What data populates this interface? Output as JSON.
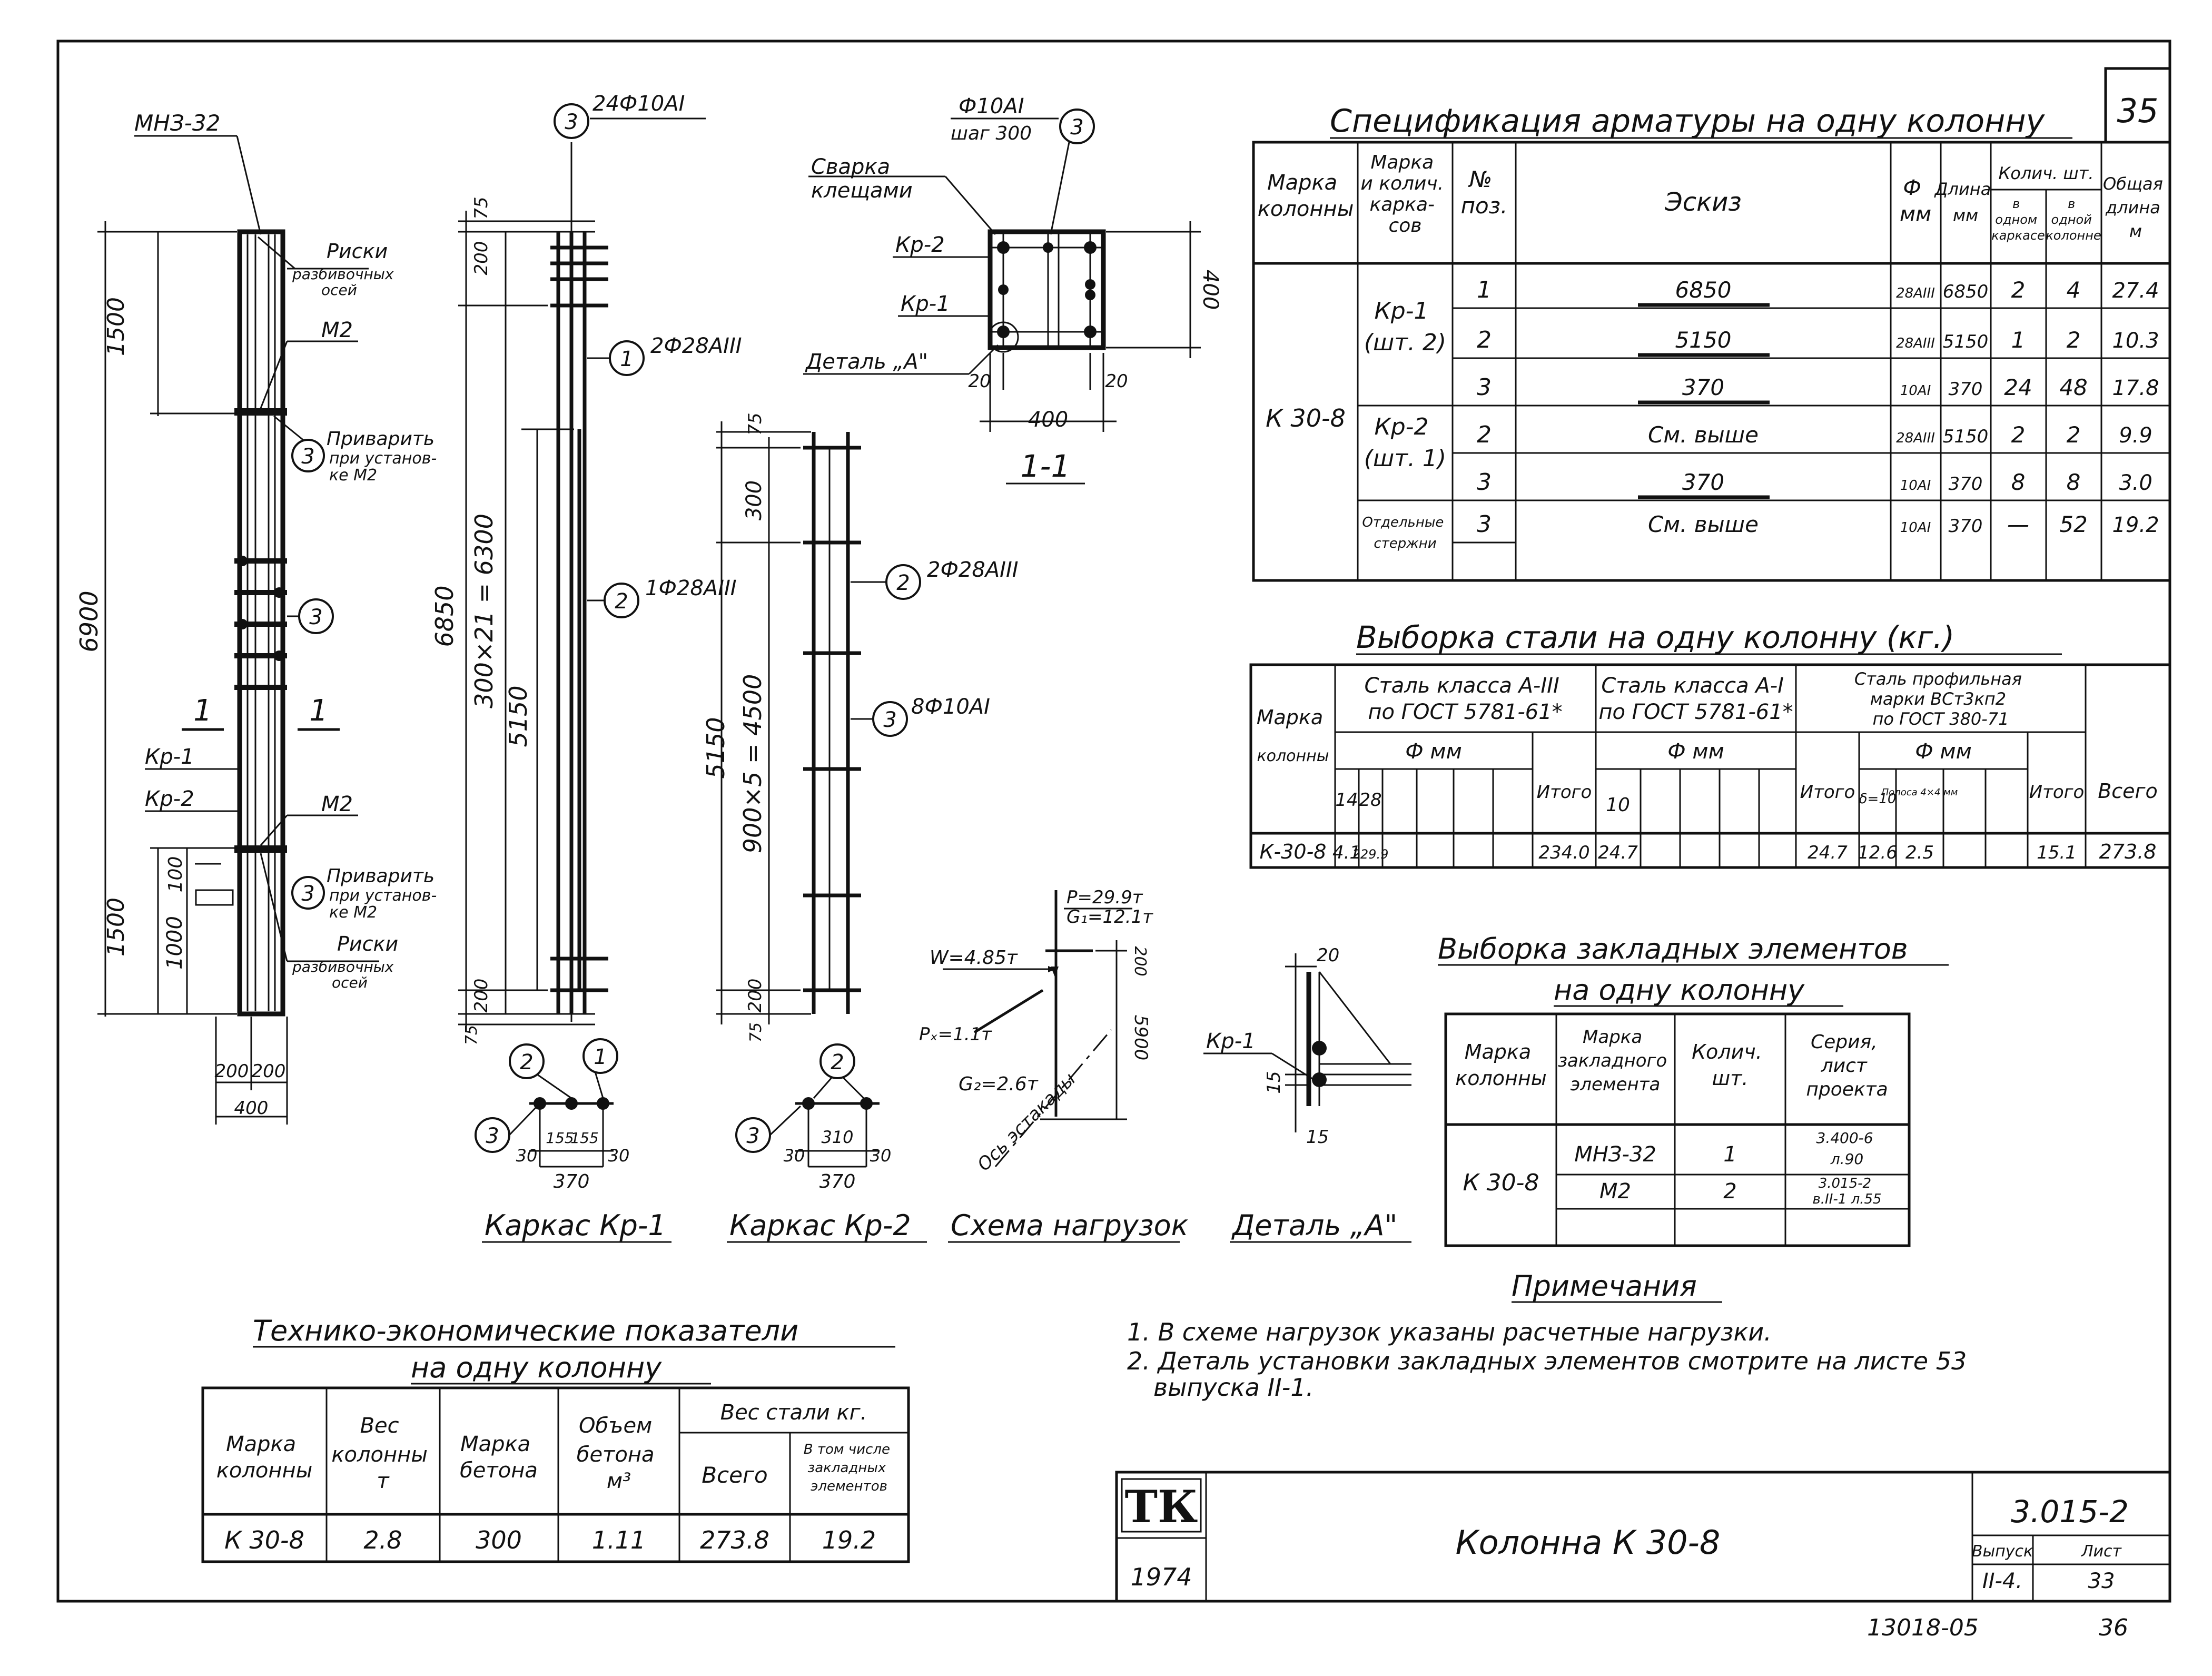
{
  "sheet_number": "35",
  "bottom_right": {
    "archive_number": "13018-05",
    "page": "36"
  },
  "title_block": {
    "logo": "ТК",
    "year": "1974",
    "name": "Колонна  К 30-8",
    "series": "3.015-2",
    "vypusk_label": "Выпуск",
    "vypusk_value": "II-4.",
    "list_label": "Лист",
    "list_value": "33"
  },
  "spec": {
    "title": "Спецификация арматуры на одну колонну",
    "headers": {
      "col1": [
        "Марка",
        "колонны"
      ],
      "col2": [
        "Марка",
        "и колич.",
        "карка-",
        "сов"
      ],
      "col3": [
        "№",
        "поз."
      ],
      "col4": "Эскиз",
      "col5": [
        "Ф",
        "мм"
      ],
      "col6": [
        "Длина",
        "мм"
      ],
      "col7_top": "Колич. шт.",
      "col7a": [
        "в",
        "одном",
        "каркасе"
      ],
      "col7b": [
        "в",
        "одной",
        "колонне"
      ],
      "col8": [
        "Общая",
        "длина",
        "м"
      ]
    },
    "column_mark": "К 30-8",
    "groups": [
      {
        "name": [
          "Кр-1",
          "(шт. 2)"
        ]
      },
      {
        "name": [
          "Кр-2",
          "(шт. 1)"
        ]
      },
      {
        "name": [
          "Отдельные",
          "стержни"
        ]
      }
    ],
    "rows": [
      {
        "pos": "1",
        "sketch": "6850",
        "d": "28AIII",
        "len": "6850",
        "n1": "2",
        "n2": "4",
        "total": "27.4"
      },
      {
        "pos": "2",
        "sketch": "5150",
        "d": "28AIII",
        "len": "5150",
        "n1": "1",
        "n2": "2",
        "total": "10.3"
      },
      {
        "pos": "3",
        "sketch": "370",
        "d": "10AI",
        "len": "370",
        "n1": "24",
        "n2": "48",
        "total": "17.8"
      },
      {
        "pos": "2",
        "sketch": "См. выше",
        "d": "28AIII",
        "len": "5150",
        "n1": "2",
        "n2": "2",
        "total": "9.9"
      },
      {
        "pos": "3",
        "sketch": "370",
        "d": "10AI",
        "len": "370",
        "n1": "8",
        "n2": "8",
        "total": "3.0"
      },
      {
        "pos": "3",
        "sketch": "См. выше",
        "d": "10AI",
        "len": "370",
        "n1": "—",
        "n2": "52",
        "total": "19.2"
      }
    ]
  },
  "steel": {
    "title": "Выборка стали на одну колонну (кг.)",
    "mark_header": [
      "Марка",
      "колонны"
    ],
    "class1": [
      "Сталь класса А-III",
      "по ГОСТ 5781-61*"
    ],
    "class2": [
      "Сталь класса А-I",
      "по ГОСТ 5781-61*"
    ],
    "class3": [
      "Сталь профильная",
      "марки ВСт3кп2",
      "по ГОСТ 380-71"
    ],
    "phi_mm": "Ф мм",
    "itogo": "Итого",
    "vsego": "Всего",
    "sub1": [
      "14",
      "28"
    ],
    "sub2": [
      "10"
    ],
    "sub3": [
      "δ=10",
      "Полоса 4×4 мм"
    ],
    "row": {
      "mark": "К-30-8",
      "a14": "4.1",
      "a28": "229.9",
      "itogo1": "234.0",
      "a10": "24.7",
      "itogo2": "24.7",
      "s10": "12.6",
      "s4": "2.5",
      "itogo3": "15.1",
      "total": "273.8"
    }
  },
  "embedded": {
    "title1": "Выборка закладных элементов",
    "title2": "на одну колонну",
    "headers": [
      [
        "Марка",
        "колонны"
      ],
      [
        "Марка",
        "закладного",
        "элемента"
      ],
      [
        "Колич.",
        "шт."
      ],
      [
        "Серия,",
        "лист",
        "проекта"
      ]
    ],
    "column_mark": "К 30-8",
    "rows": [
      {
        "mark": "МНЗ-32",
        "qty": "1",
        "ref": [
          "3.400-6",
          "л.90"
        ]
      },
      {
        "mark": "М2",
        "qty": "2",
        "ref": [
          "3.015-2",
          "в.II-1 л.55"
        ]
      }
    ]
  },
  "notes": {
    "title": "Примечания",
    "items": [
      "1. В схеме нагрузок указаны расчетные нагрузки.",
      "2. Деталь установки закладных элементов смотрите на листе 53",
      "выпуска II-1."
    ]
  },
  "tep": {
    "title1": "Технико-экономические показатели",
    "title2": "на одну колонну",
    "headers": [
      [
        "Марка",
        "колонны"
      ],
      [
        "Вес",
        "колонны",
        "т"
      ],
      [
        "Марка",
        "бетона"
      ],
      [
        "Объем",
        "бетона",
        "м³"
      ]
    ],
    "steel_header": "Вес стали кг.",
    "vsego": "Всего",
    "incl": [
      "В том числе",
      "закладных",
      "элементов"
    ],
    "row": {
      "mark": "К 30-8",
      "weight": "2.8",
      "concrete": "300",
      "volume": "1.11",
      "steel": "273.8",
      "embedded": "19.2"
    }
  },
  "drawing": {
    "col_labels": {
      "mnz": "МНЗ-32",
      "riski": [
        "Риски",
        "разбивочных",
        "осей"
      ],
      "m2": "М2",
      "privarit": [
        "Приварить",
        "при установ-",
        "ке М2"
      ],
      "kr1": "Кр-1",
      "kr2": "Кр-2",
      "sec": "1",
      "d1500": "1500",
      "d6900": "6900",
      "d1000": "1000",
      "d100": "100",
      "d200": "200",
      "d400": "400",
      "c3": "3"
    },
    "kr1": {
      "title": "Каркас Кр-1",
      "d75": "75",
      "d200": "200",
      "d6850": "6850",
      "d6300": "300×21 = 6300",
      "d5150": "5150",
      "c1": "1",
      "c2": "2",
      "c3": "3",
      "l1": "2Ф28АIII",
      "l2": "1Ф28АIII",
      "l3": "24Ф10АI",
      "b30": "30",
      "b155": "155",
      "b370": "370"
    },
    "kr2": {
      "title": "Каркас Кр-2",
      "d75": "75",
      "d300": "300",
      "d5150": "5150",
      "d4500": "900×5 = 4500",
      "d200": "200",
      "c2": "2",
      "c3": "3",
      "l2": "2Ф28АIII",
      "l3": "8Ф10АI",
      "b30": "30",
      "b310": "310",
      "b370": "370"
    },
    "section": {
      "title": "1-1",
      "rebar": "Ф10АI",
      "step": "шаг 300",
      "c3": "3",
      "weld": [
        "Сварка",
        "клещами"
      ],
      "kr2": "Кр-2",
      "kr1": "Кр-1",
      "detail": "Деталь „А\"",
      "d20": "20",
      "d400": "400"
    },
    "loads": {
      "title": "Схема нагрузок",
      "p": "P=29.9т",
      "g1": "G₁=12.1т",
      "w": "W=4.85т",
      "px": "Pₓ=1.1т",
      "g2": "G₂=2.6т",
      "axis": "Ось эстакады",
      "d200": "200",
      "d5900": "5900"
    },
    "detailA": {
      "title": "Деталь „А\"",
      "kr1": "Кр-1",
      "d20": "20",
      "d15": "15"
    }
  }
}
